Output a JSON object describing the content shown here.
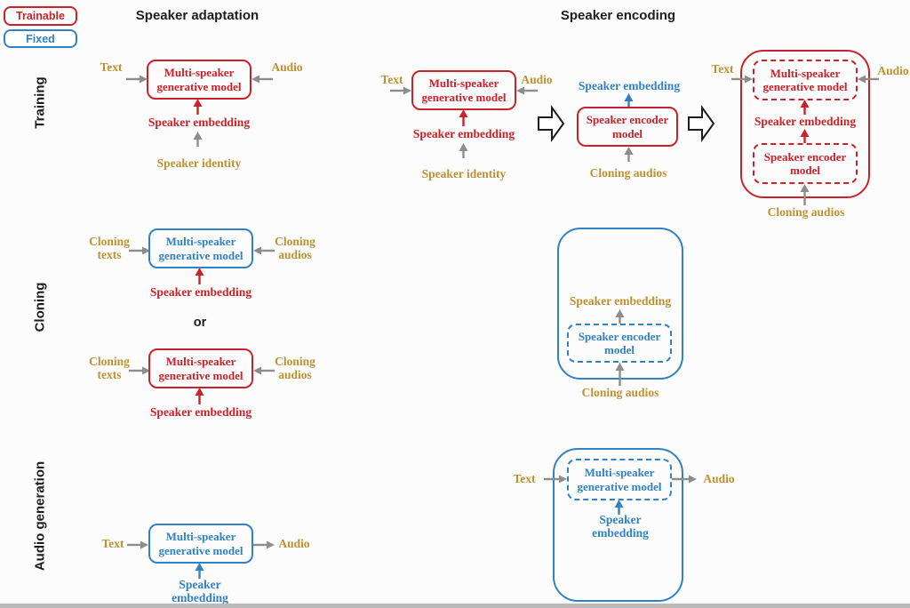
{
  "legend": {
    "trainable": "Trainable",
    "fixed": "Fixed"
  },
  "headers": {
    "adaptation": "Speaker adaptation",
    "encoding": "Speaker encoding"
  },
  "row_labels": {
    "training": "Training",
    "cloning": "Cloning",
    "audio_generation": "Audio generation"
  },
  "terms": {
    "text": "Text",
    "audio": "Audio",
    "speaker_embedding": "Speaker embedding",
    "speaker_identity": "Speaker identity",
    "cloning_texts": "Cloning texts",
    "cloning_audios": "Cloning audios",
    "or": "or",
    "multi_speaker_generative_model": "Multi-speaker generative model",
    "speaker_encoder_model": "Speaker encoder model"
  },
  "colors": {
    "trainable_red": "#cb2128",
    "fixed_blue": "#3182c4",
    "data_gold": "#bd9130",
    "arrow_gray": "#8d8d8d",
    "text_black": "#1d1d1d"
  }
}
